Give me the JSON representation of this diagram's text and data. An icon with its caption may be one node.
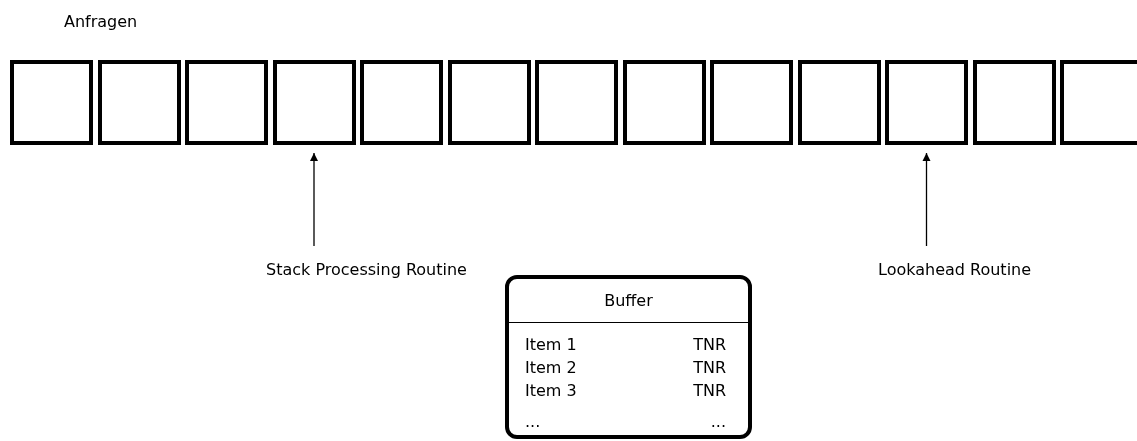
{
  "diagram": {
    "nodes": [
      {
        "text": [],
        "shape": "box"
      },
      {
        "text": [],
        "shape": "box"
      },
      {
        "text": [],
        "shape": "box"
      },
      {
        "text": [],
        "shape": "box"
      },
      {
        "text": [],
        "shape": "box"
      },
      {
        "text": [],
        "shape": "box"
      },
      {
        "text": [],
        "shape": "box"
      },
      {
        "text": [],
        "shape": "box"
      },
      {
        "text": [],
        "shape": "box"
      },
      {
        "text": [],
        "shape": "box"
      },
      {
        "text": [],
        "shape": "box"
      },
      {
        "text": [],
        "shape": "box"
      },
      {
        "text": [],
        "shape": "box"
      },
      {
        "text": [
          "Stack Processing Routine"
        ]
      },
      {
        "text": [
          "Lookahead Routine"
        ]
      },
      {
        "text": [
          "Buffer",
          "Item 1",
          "TNR",
          "Item 2",
          "TNR",
          "Item 3",
          "TNR",
          "...",
          "..."
        ]
      }
    ],
    "edges": [
      {
        "from": 13,
        "to": 3,
        "arrow": "to"
      },
      {
        "from": 14,
        "to": 10,
        "arrow": "to"
      }
    ],
    "labels": [
      "Anfragen"
    ]
  }
}
